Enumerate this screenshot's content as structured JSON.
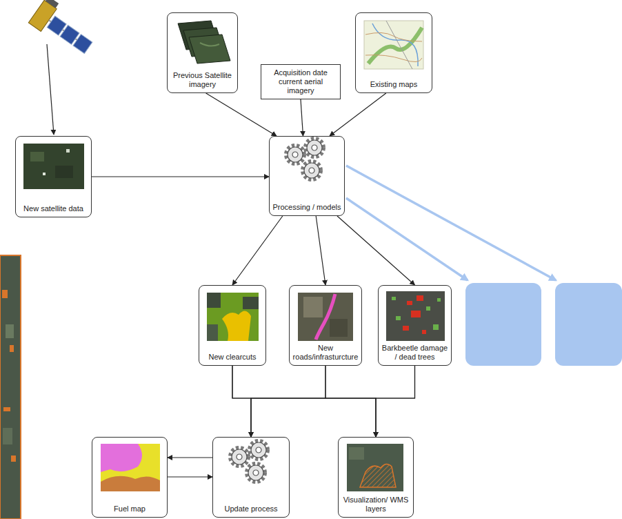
{
  "diagram": {
    "nodes": [
      {
        "text": [
          "Previous Satellite imagery"
        ]
      },
      {
        "text": [
          "Acquisition date current aerial imagery"
        ]
      },
      {
        "text": [
          "Existing maps"
        ]
      },
      {
        "text": [
          "New satellite data"
        ]
      },
      {
        "text": [
          "Processing / models"
        ]
      },
      {
        "text": [
          "New clearcuts"
        ]
      },
      {
        "text": [
          "New roads/infrasturcture"
        ]
      },
      {
        "text": [
          "Barkbeetle damage / dead trees"
        ]
      },
      {
        "text": [
          "Fuel map"
        ]
      },
      {
        "text": [
          "Update process"
        ]
      },
      {
        "text": [
          "Visualization/ WMS layers"
        ]
      }
    ],
    "edges": [
      {
        "from": 0,
        "to": 4,
        "arrow": "to"
      },
      {
        "from": 1,
        "to": 4,
        "arrow": "to"
      },
      {
        "from": 2,
        "to": 4,
        "arrow": "to"
      },
      {
        "from": 3,
        "to": 4,
        "arrow": "to"
      },
      {
        "from": 4,
        "to": 5,
        "arrow": "to"
      },
      {
        "from": 4,
        "to": 6,
        "arrow": "to"
      },
      {
        "from": 4,
        "to": 7,
        "arrow": "to"
      },
      {
        "from": 5,
        "to": 9,
        "arrow": "to"
      },
      {
        "from": 6,
        "to": 9,
        "arrow": "to"
      },
      {
        "from": 7,
        "to": 9,
        "arrow": "to"
      },
      {
        "from": 5,
        "to": 10,
        "arrow": "to"
      },
      {
        "from": 6,
        "to": 10,
        "arrow": "to"
      },
      {
        "from": 7,
        "to": 10,
        "arrow": "to"
      },
      {
        "from": 9,
        "to": 8,
        "arrow": "to"
      },
      {
        "from": 8,
        "to": 9,
        "arrow": "to"
      }
    ]
  }
}
